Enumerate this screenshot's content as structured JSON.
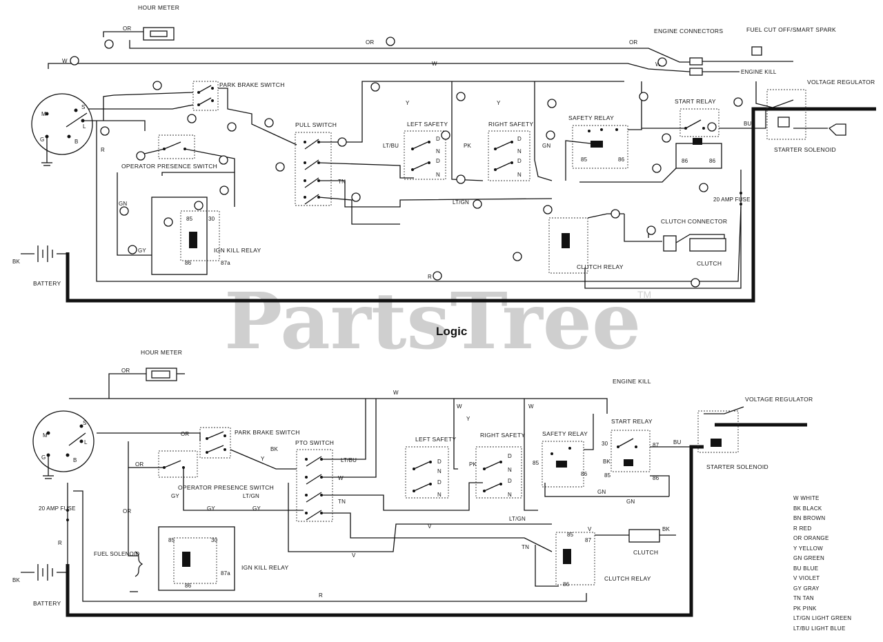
{
  "watermark": {
    "text": "PartsTree",
    "tm": "TM"
  },
  "section_title": "Logic",
  "top": {
    "hour_meter": "HOUR METER",
    "engine_connectors": "ENGINE CONNECTORS",
    "fuel_cutoff": "FUEL CUT OFF/SMART SPARK",
    "engine_kill": "ENGINE KILL",
    "voltage_regulator": "VOLTAGE REGULATOR",
    "park_brake_switch": "PARK BRAKE SWITCH",
    "pull_switch": "PULL SWITCH",
    "left_safety": "LEFT SAFETY",
    "right_safety": "RIGHT SAFETY",
    "safety_relay": "SAFETY RELAY",
    "start_relay": "START RELAY",
    "starter_solenoid": "STARTER SOLENOID",
    "operator_presence_switch": "OPERATOR PRESENCE SWITCH",
    "ign_kill_relay": "IGN KILL RELAY",
    "clutch_connector": "CLUTCH CONNECTOR",
    "clutch": "CLUTCH",
    "clutch_relay": "CLUTCH RELAY",
    "fuse": "20 AMP FUSE",
    "battery": "BATTERY"
  },
  "bottom": {
    "hour_meter": "HOUR METER",
    "engine_kill": "ENGINE KILL",
    "voltage_regulator": "VOLTAGE REGULATOR",
    "park_brake_switch": "PARK BRAKE SWITCH",
    "pto_switch": "PTO SWITCH",
    "left_safety": "LEFT SAFETY",
    "right_safety": "RIGHT SAFETY",
    "safety_relay": "SAFETY RELAY",
    "start_relay": "START RELAY",
    "starter_solenoid": "STARTER SOLENOID",
    "operator_presence_switch": "OPERATOR PRESENCE SWITCH",
    "ign_kill_relay": "IGN KILL RELAY",
    "fuel_solenoid": "FUEL SOLENOID",
    "clutch": "CLUTCH",
    "clutch_relay": "CLUTCH RELAY",
    "fuse": "20 AMP FUSE",
    "battery": "BATTERY"
  },
  "legend": [
    "W WHITE",
    "BK BLACK",
    "BN BROWN",
    "R RED",
    "OR ORANGE",
    "Y YELLOW",
    "GN GREEN",
    "BU BLUE",
    "V VIOLET",
    "GY GRAY",
    "TN TAN",
    "PK PINK",
    "LT/GN LIGHT GREEN",
    "LT/BU LIGHT BLUE"
  ]
}
